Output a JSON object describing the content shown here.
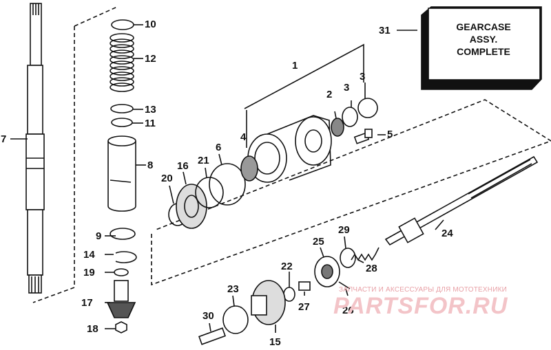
{
  "diagram": {
    "callouts": [
      "1",
      "2",
      "3",
      "3",
      "4",
      "5",
      "6",
      "7",
      "8",
      "9",
      "10",
      "11",
      "12",
      "13",
      "14",
      "15",
      "16",
      "17",
      "18",
      "19",
      "20",
      "21",
      "22",
      "23",
      "24",
      "25",
      "26",
      "27",
      "28",
      "29",
      "30",
      "31"
    ],
    "box_text": [
      "GEARCASE",
      "ASSY.",
      "COMPLETE"
    ]
  },
  "watermark": {
    "tagline": "ЗАПЧАСТИ И АКСЕССУАРЫ ДЛЯ МОТОТЕХНИКИ",
    "logo": "PARTSFOR.RU"
  }
}
